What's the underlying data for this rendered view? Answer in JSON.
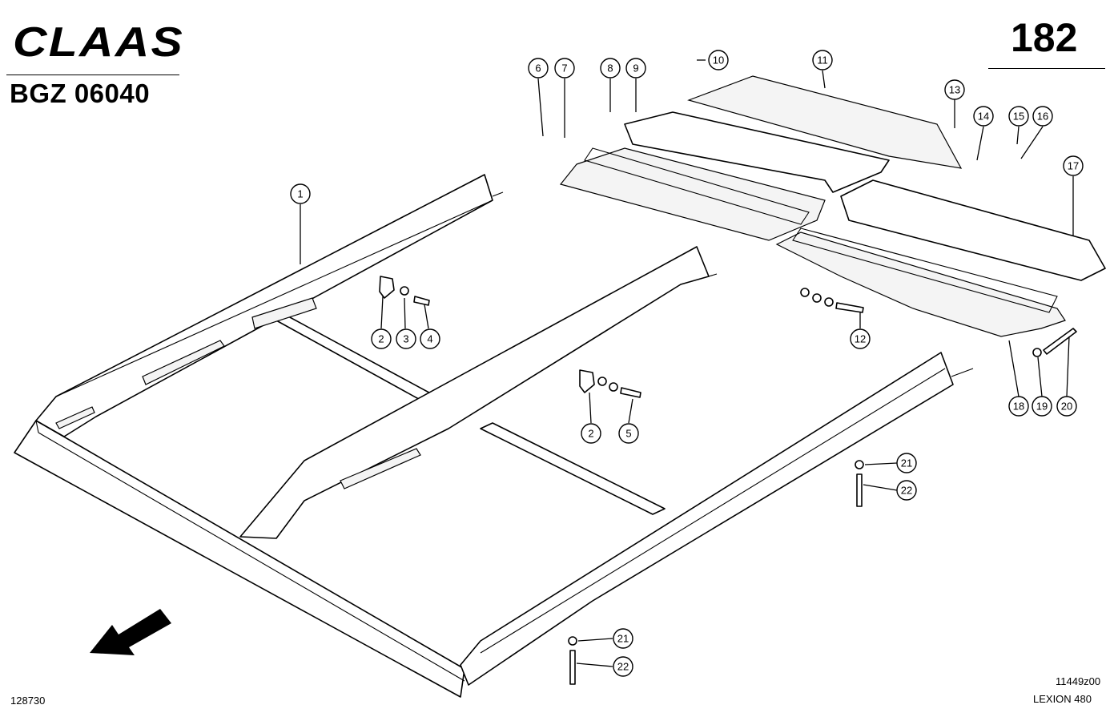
{
  "header": {
    "brand": "CLAAS",
    "doc_code": "BGZ 06040",
    "page_number": "182"
  },
  "footer": {
    "figure_ref": "11449z00",
    "model": "LEXION 480",
    "drawing_number": "128730"
  },
  "callouts": [
    "1",
    "2",
    "3",
    "4",
    "2",
    "5",
    "6",
    "7",
    "8",
    "9",
    "10",
    "11",
    "12",
    "13",
    "14",
    "15",
    "16",
    "17",
    "18",
    "19",
    "20",
    "21",
    "22",
    "21",
    "22"
  ]
}
